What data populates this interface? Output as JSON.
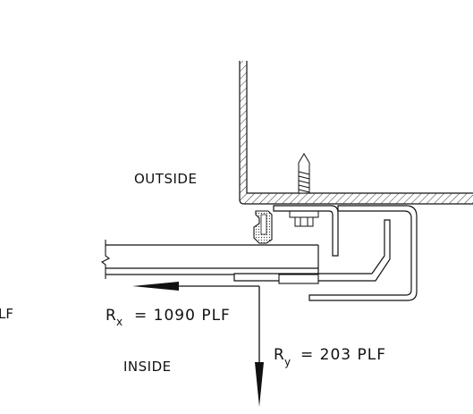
{
  "labels": {
    "outside": "OUTSIDE",
    "inside": "INSIDE",
    "rx_main": "R",
    "rx_sub": "x",
    "rx_value": "= 1090 PLF",
    "ry_main": "R",
    "ry_sub": "y",
    "ry_value": "= 203 PLF",
    "left_edge_fragment": "LF"
  }
}
